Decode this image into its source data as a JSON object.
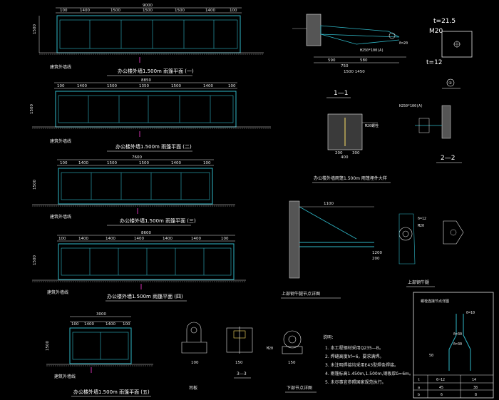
{
  "colors": {
    "background": "#000000",
    "frame": "#2fb8c8",
    "dimension": "#e8e8e8",
    "accent": "#ff3bd8",
    "hatch": "#bfbfbf"
  },
  "elevations": [
    {
      "title": "办公楼外墙1.500m 雨篷平面 (一)",
      "total": "9000",
      "segments": [
        "100",
        "1400",
        "1500",
        "1500",
        "1500",
        "1400",
        "100"
      ],
      "height": "1500",
      "ref": "建筑外墙线"
    },
    {
      "title": "办公楼外墙1.500m 雨篷平面 (二)",
      "total": "8850",
      "segments": [
        "100",
        "1400",
        "1500",
        "1350",
        "1500",
        "1400",
        "100"
      ],
      "height": "1500",
      "ref": "建筑外墙线"
    },
    {
      "title": "办公楼外墙1.500m 雨篷平面 (三)",
      "total": "7600",
      "segments": [
        "100",
        "1400",
        "1500",
        "1500",
        "1400",
        "100"
      ],
      "height": "1500",
      "ref": "建筑外墙线"
    },
    {
      "title": "办公楼外墙1.500m 雨篷平面 (四)",
      "total": "8600",
      "segments": [
        "100",
        "1400",
        "1400",
        "1400",
        "1400",
        "1400",
        "100"
      ],
      "height": "1500",
      "ref": "建筑外墙线"
    },
    {
      "title": "办公楼外墙1.500m 雨篷平面 (五)",
      "total": "3000",
      "segments": [
        "100",
        "1400",
        "1400",
        "100"
      ],
      "height": "1500",
      "ref": "建筑外墙线"
    }
  ],
  "top_detail": {
    "labels": [
      "M20",
      "t=12",
      "1500 1450",
      "590",
      "580",
      "750",
      "H250*100(A)",
      "δ=20"
    ],
    "t_value": "t=21.5",
    "bolt": "M20",
    "plate": "t=12",
    "circle_label": "①"
  },
  "section_11": {
    "title": "1—1",
    "sub_title": "办公楼外墙雨篷1.500m 雨篷埋件大样",
    "dims": [
      "400",
      "200",
      "300"
    ],
    "note": "M20螺栓"
  },
  "section_22": {
    "title": "2—2",
    "label": "H250*100(A)"
  },
  "bracket_detail": {
    "title": "上部钢牛腿节点详图",
    "dims": [
      "1100",
      "M20",
      "δ=12",
      "1200",
      "200"
    ],
    "sub": "上部钢牛腿"
  },
  "bottom_details": {
    "item_33": "3—3",
    "lug": "耳板",
    "lower": "下部节点详图",
    "dims": [
      "100",
      "150",
      "150",
      "M20"
    ]
  },
  "notes": {
    "heading": "说明：",
    "items": [
      "1. 本工程钢材采用Q235—B。",
      "2. 焊缝高度hf=6，要求满焊。",
      "3. 未注明焊接均采用E43型焊条焊接。",
      "4. 雨篷标高1.450m,1.500m,钢板厚δ=6m。",
      "5. 未尽事宜参照国家规范执行。"
    ]
  },
  "table_detail": {
    "title": "螺栓连接节点详图",
    "header": [
      "t",
      "6~12",
      "14"
    ],
    "rows": [
      [
        "a",
        "45",
        "38"
      ],
      [
        "b",
        "6",
        "8"
      ]
    ],
    "labels": [
      "δ=10",
      "δ=30",
      "δ=30",
      "50"
    ]
  }
}
